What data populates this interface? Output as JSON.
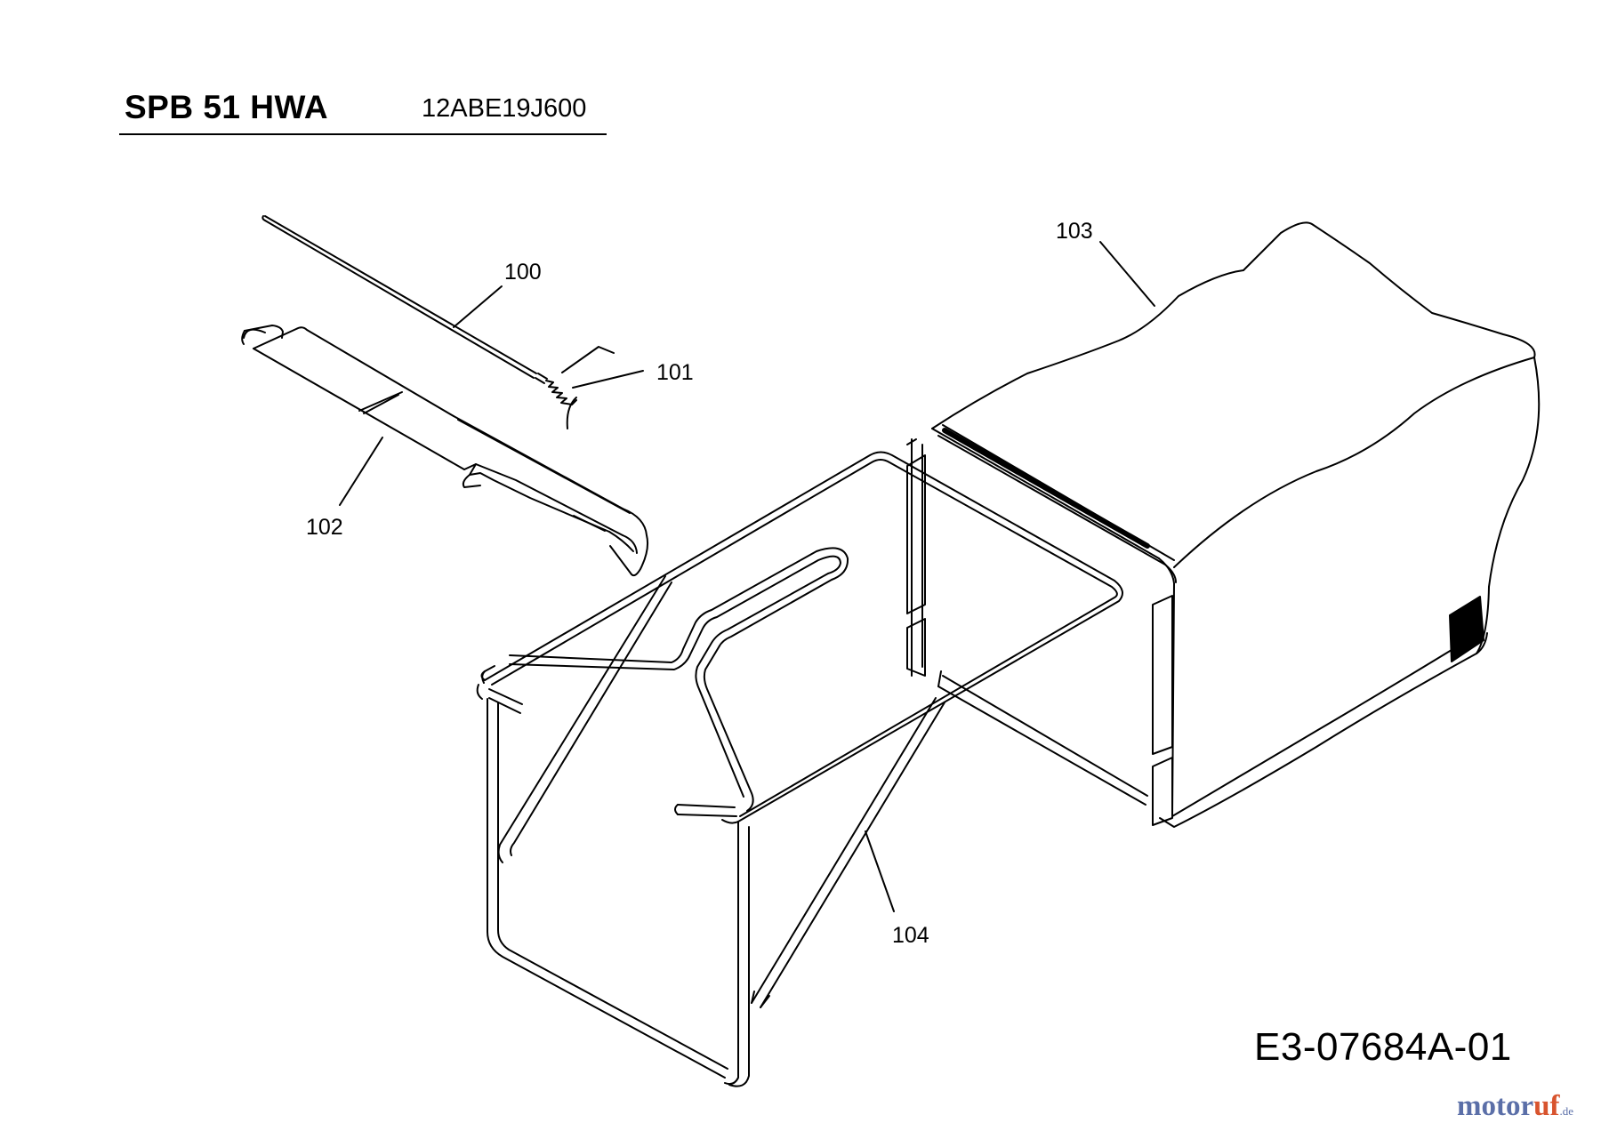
{
  "header": {
    "model_name": "SPB 51 HWA",
    "model_number": "12ABE19J600"
  },
  "callouts": [
    {
      "id": "100",
      "label": "100"
    },
    {
      "id": "101",
      "label": "101"
    },
    {
      "id": "102",
      "label": "102"
    },
    {
      "id": "103",
      "label": "103"
    },
    {
      "id": "104",
      "label": "104"
    }
  ],
  "footer": {
    "drawing_id": "E3-07684A-01"
  },
  "watermark": {
    "text_main": "motor",
    "text_accent": "uf",
    "text_tld": ".de"
  },
  "colors": {
    "line": "#000000",
    "background": "#ffffff",
    "watermark_main": "#5b6fa8",
    "watermark_accent": "#d8542e"
  }
}
